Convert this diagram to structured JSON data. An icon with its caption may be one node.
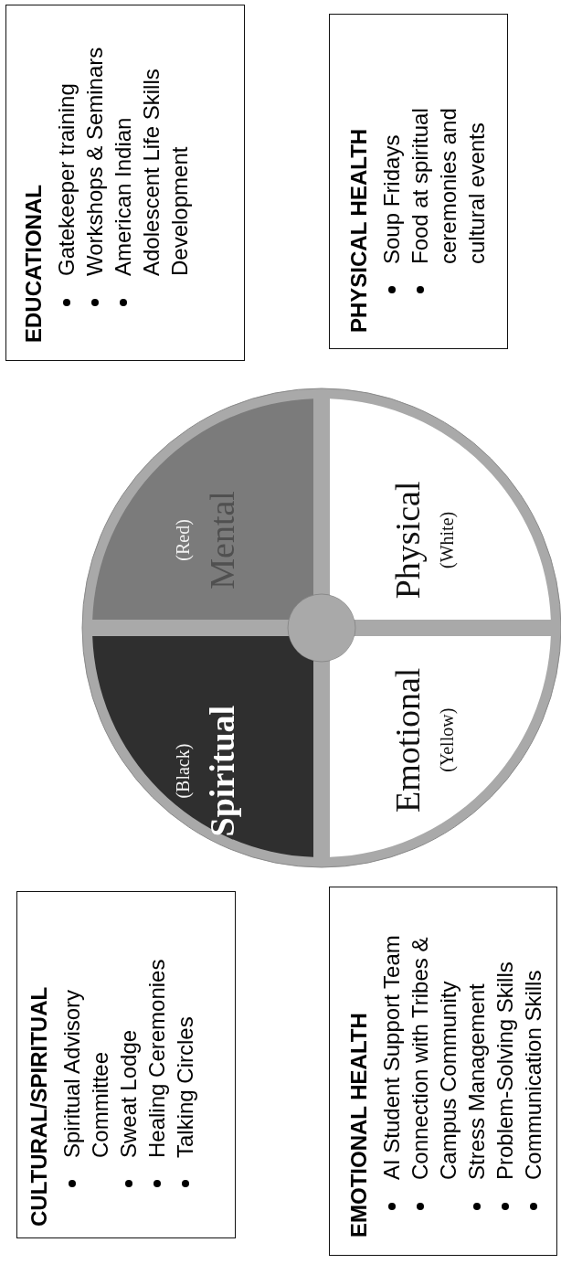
{
  "diagram": {
    "nodes": [
      {
        "text": [
          "CULTURAL/SPIRITUAL",
          "Spiritual Advisory Committee",
          "Sweat Lodge",
          "Healing Ceremonies",
          "Talking Circles"
        ]
      },
      {
        "text": [
          "EMOTIONAL HEALTH",
          "AI Student Support Team",
          "Connection with Tribes & Campus Community",
          "Stress Management",
          "Problem-Solving Skills",
          "Communication Skills"
        ]
      },
      {
        "text": [
          "(Black)",
          "Spiritual"
        ]
      },
      {
        "text": [
          "(Red)",
          "Mental"
        ]
      },
      {
        "text": [
          "Emotional",
          "(Yellow)"
        ]
      },
      {
        "text": [
          "Physical",
          "(White)"
        ]
      },
      {
        "text": [
          "EDUCATIONAL",
          "Gatekeeper training",
          "Workshops & Seminars",
          "American Indian Adolescent Life Skills Development"
        ]
      },
      {
        "text": [
          "PHYSICAL HEALTH",
          "Soup Fridays",
          "Food at spiritual ceremonies and cultural events"
        ]
      }
    ]
  }
}
